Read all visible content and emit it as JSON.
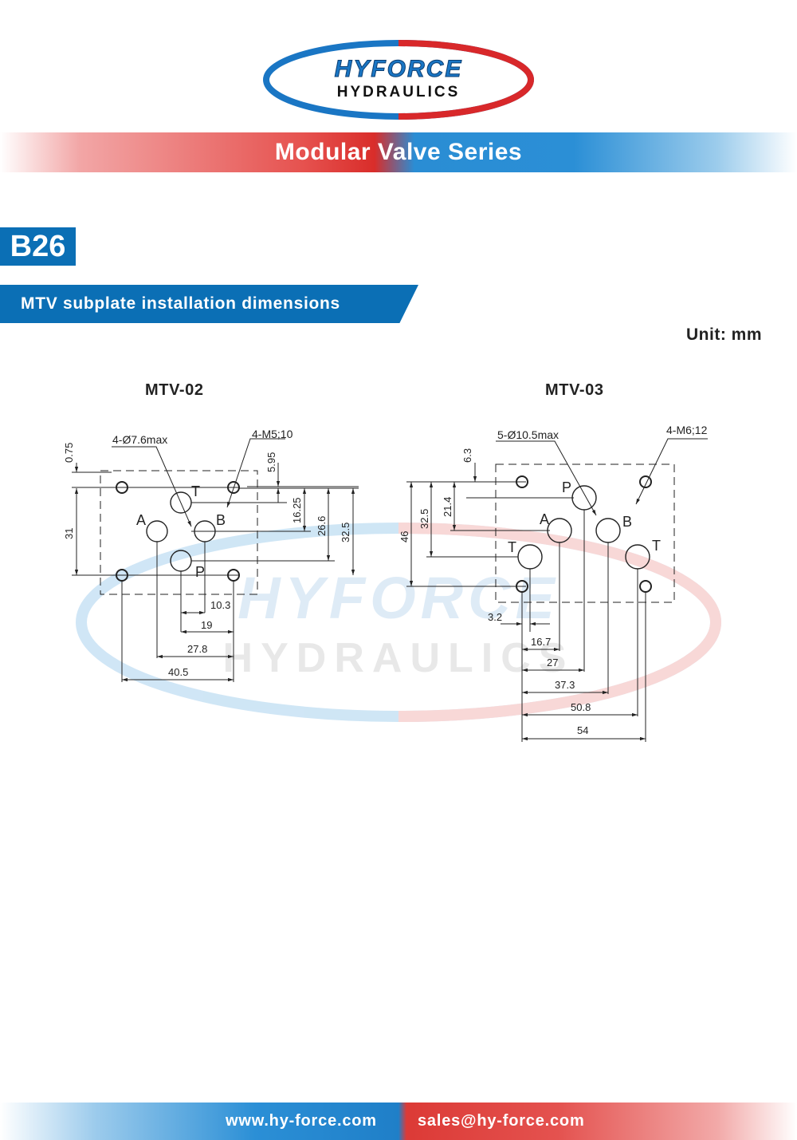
{
  "logo": {
    "line1": "HYFORCE",
    "line2": "HYDRAULICS",
    "red": "#d8282a",
    "blue": "#1a76c4"
  },
  "header": {
    "series_title": "Modular Valve Series"
  },
  "section": {
    "code": "B26",
    "title": "MTV subplate installation dimensions",
    "unit": "Unit: mm"
  },
  "watermark": {
    "line1": "HYFORCE",
    "line2": "HYDRAULICS"
  },
  "mtv02": {
    "title": "MTV-02",
    "callouts": {
      "holes": "4-Ø7.6max",
      "threads": "4-M5;10"
    },
    "ports": {
      "t": "T",
      "a": "A",
      "b": "B",
      "p": "P"
    },
    "dims": {
      "d0_75": "0.75",
      "d31": "31",
      "d5_95": "5.95",
      "d16_25": "16.25",
      "d26_6": "26.6",
      "d32_5": "32.5",
      "d10_3": "10.3",
      "d19": "19",
      "d27_8": "27.8",
      "d40_5": "40.5"
    }
  },
  "mtv03": {
    "title": "MTV-03",
    "callouts": {
      "holes": "5-Ø10.5max",
      "threads": "4-M6;12"
    },
    "ports": {
      "p": "P",
      "a": "A",
      "b": "B",
      "t1": "T",
      "t2": "T"
    },
    "dims": {
      "d6_3": "6.3",
      "d21_4": "21.4",
      "d32_5": "32.5",
      "d46": "46",
      "d3_2": "3.2",
      "d16_7": "16.7",
      "d27": "27",
      "d37_3": "37.3",
      "d50_8": "50.8",
      "d54": "54"
    }
  },
  "footer": {
    "website": "www.hy-force.com",
    "email": "sales@hy-force.com"
  }
}
